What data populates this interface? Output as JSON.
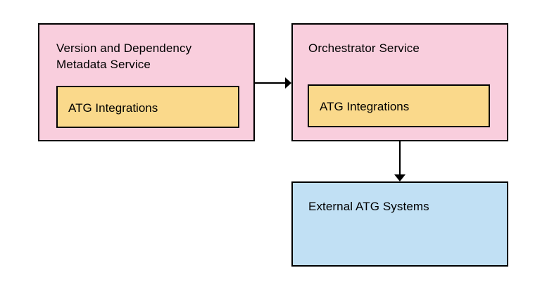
{
  "diagram": {
    "type": "flow-diagram",
    "background_color": "#ffffff",
    "nodes": [
      {
        "id": "version-dependency",
        "label": "Version and Dependency\nMetadata Service",
        "fill": "#f9cedd",
        "stroke": "#000000",
        "inner": {
          "id": "atg-integrations-1",
          "label": "ATG Integrations",
          "fill": "#fad98b",
          "stroke": "#000000"
        }
      },
      {
        "id": "orchestrator",
        "label": "Orchestrator Service",
        "fill": "#f9cedd",
        "stroke": "#000000",
        "inner": {
          "id": "atg-integrations-2",
          "label": "ATG Integrations",
          "fill": "#fad98b",
          "stroke": "#000000"
        }
      },
      {
        "id": "external-atg",
        "label": "External ATG Systems",
        "fill": "#c1e0f4",
        "stroke": "#000000"
      }
    ],
    "edges": [
      {
        "id": "edge-version-to-orchestrator",
        "from": "version-dependency",
        "to": "orchestrator",
        "direction": "horizontal",
        "arrowhead": "filled-triangle",
        "color": "#000000"
      },
      {
        "id": "edge-orchestrator-to-external",
        "from": "orchestrator",
        "to": "external-atg",
        "direction": "vertical",
        "arrowhead": "filled-triangle",
        "color": "#000000"
      }
    ]
  }
}
